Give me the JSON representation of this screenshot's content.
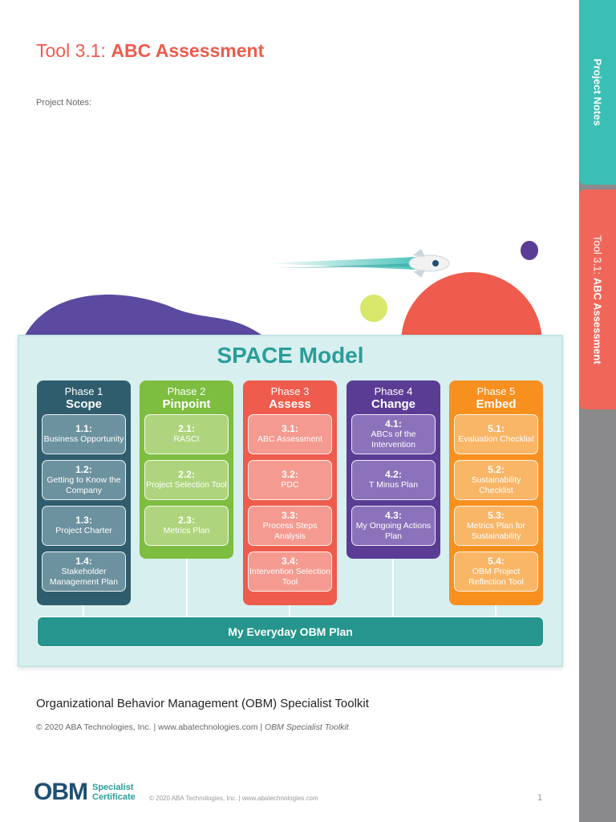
{
  "side_tabs": {
    "notes": "Project Notes",
    "tool_prefix": "Tool 3.1:",
    "tool_name": "ABC Assessment"
  },
  "title": {
    "prefix": "Tool 3.1:",
    "name": "ABC Assessment"
  },
  "notes_label": "Project Notes:",
  "space_model": {
    "title": "SPACE Model",
    "phases": [
      {
        "num": "Phase 1",
        "name": "Scope",
        "tools": [
          {
            "num": "1.1:",
            "label": "Business Opportunity"
          },
          {
            "num": "1.2:",
            "label": "Getting to Know the Company"
          },
          {
            "num": "1.3:",
            "label": "Project Charter"
          },
          {
            "num": "1.4:",
            "label": "Stakeholder Management Plan"
          }
        ]
      },
      {
        "num": "Phase 2",
        "name": "Pinpoint",
        "tools": [
          {
            "num": "2.1:",
            "label": "RASCI"
          },
          {
            "num": "2.2:",
            "label": "Project Selection Tool"
          },
          {
            "num": "2.3:",
            "label": "Metrics Plan"
          }
        ]
      },
      {
        "num": "Phase 3",
        "name": "Assess",
        "tools": [
          {
            "num": "3.1:",
            "label": "ABC Assessment"
          },
          {
            "num": "3.2:",
            "label": "PDC"
          },
          {
            "num": "3.3:",
            "label": "Process Steps Analysis"
          },
          {
            "num": "3.4:",
            "label": "Intervention Selection Tool"
          }
        ]
      },
      {
        "num": "Phase 4",
        "name": "Change",
        "tools": [
          {
            "num": "4.1:",
            "label": "ABCs of the Intervention"
          },
          {
            "num": "4.2:",
            "label": "T Minus Plan"
          },
          {
            "num": "4.3:",
            "label": "My Ongoing Actions Plan"
          }
        ]
      },
      {
        "num": "Phase 5",
        "name": "Embed",
        "tools": [
          {
            "num": "5.1:",
            "label": "Evaluation Checklist"
          },
          {
            "num": "5.2:",
            "label": "Sustainability Checklist"
          },
          {
            "num": "5.3:",
            "label": "Metrics Plan for Sustainability"
          },
          {
            "num": "5.4:",
            "label": "OBM Project Reflection Tool"
          }
        ]
      }
    ],
    "everyday_plan": "My Everyday OBM Plan"
  },
  "toolkit_title": "Organizational Behavior Management (OBM) Specialist Toolkit",
  "copyright": {
    "text": "© 2020 ABA Technologies, Inc. | www.abatechnologies.com |",
    "italic": "OBM Specialist Toolkit"
  },
  "logo": {
    "main": "OBM",
    "line1": "Specialist",
    "line2": "Certificate"
  },
  "footer_copy": "© 2020 ABA Technologies, Inc. | www.abatechnologies.com",
  "page_number": "1"
}
